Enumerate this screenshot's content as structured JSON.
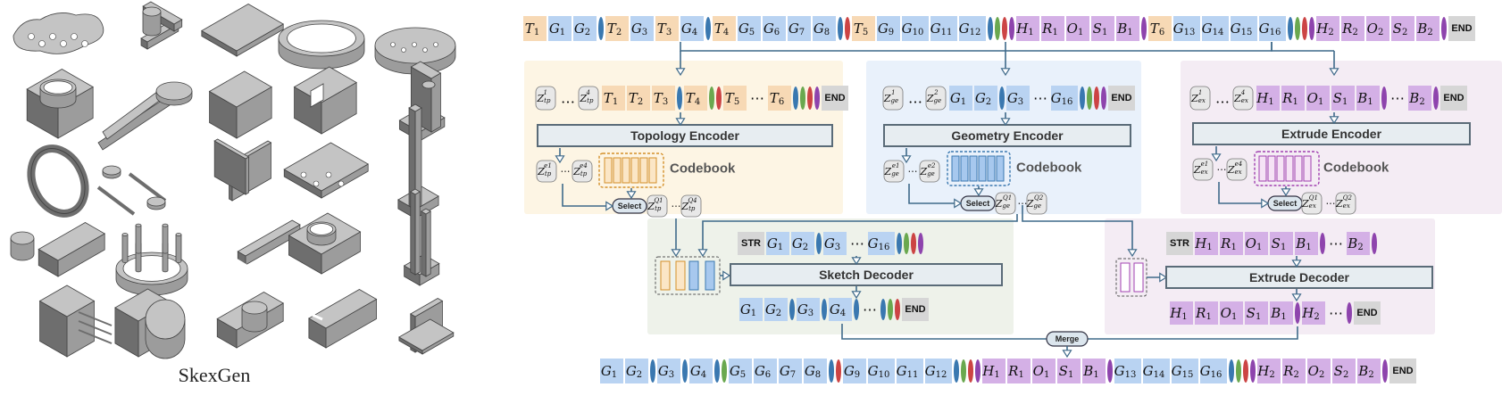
{
  "figure": {
    "caption": "SkexGen",
    "panels": {
      "topology": {
        "encoder": "Topology Encoder",
        "codebook": "Codebook",
        "select": "Select"
      },
      "geometry": {
        "encoder": "Geometry Encoder",
        "codebook": "Codebook",
        "select": "Select"
      },
      "extrude": {
        "encoder": "Extrude Encoder",
        "codebook": "Codebook",
        "select": "Select"
      },
      "sketch_decoder": "Sketch Decoder",
      "extrude_decoder": "Extrude Decoder",
      "merge": "Merge",
      "start": "STR",
      "end": "END",
      "ellipsis": "⋯"
    },
    "colors": {
      "topology_token": "#f7d9b5",
      "geometry_token": "#b9d3f2",
      "extrude_token": "#d4b0e6",
      "end_token": "#d6d6d6",
      "topology_panel": "#fdf5e4",
      "geometry_panel": "#e9f1fb",
      "extrude_panel": "#f4ecf4",
      "decoder_panel": "#eef2ea",
      "module_box": "#e7edf1",
      "arrow": "#3f6a8a",
      "ell_blue": "#3a78b0",
      "ell_green": "#6aa84f",
      "ell_red": "#cc4444",
      "ell_purple": "#8e44ad"
    },
    "shapes": [
      "perforated-plate-icon",
      "t-bracket-icon",
      "flat-plate-icon",
      "ring-icon",
      "round-disc-icon",
      "boxed-cylinder-icon",
      "fork-arm-icon",
      "square-block-icon",
      "slotted-block-icon",
      "l-bracket-icon",
      "tilted-ring-icon",
      "pin-set-icon",
      "cross-fin-icon",
      "mounting-plate-icon",
      "tall-rod-icon",
      "rounded-bar-icon",
      "post-ring-icon",
      "slot-plate-icon",
      "hex-nut-icon",
      "column-stand-icon",
      "pin-connector-icon",
      "octagon-hub-icon",
      "cam-plate-icon",
      "bracket-clip-icon",
      "angle-plate-icon"
    ],
    "sequences": {
      "input": [
        [
          "T",
          "1",
          "t"
        ],
        [
          "G",
          "1",
          "g"
        ],
        [
          "G",
          "2",
          "g"
        ],
        [
          "~",
          "b",
          "e"
        ],
        [
          "T",
          "2",
          "t"
        ],
        [
          "G",
          "3",
          "g"
        ],
        [
          "T",
          "3",
          "t"
        ],
        [
          "G",
          "4",
          "g"
        ],
        [
          "~",
          "b",
          "e"
        ],
        [
          "T",
          "4",
          "t"
        ],
        [
          "G",
          "5",
          "g"
        ],
        [
          "G",
          "6",
          "g"
        ],
        [
          "G",
          "7",
          "g"
        ],
        [
          "G",
          "8",
          "g"
        ],
        [
          "~",
          "b",
          "e"
        ],
        [
          "~",
          "r",
          "e"
        ],
        [
          "T",
          "5",
          "t"
        ],
        [
          "G",
          "9",
          "g"
        ],
        [
          "G",
          "10",
          "g"
        ],
        [
          "G",
          "11",
          "g"
        ],
        [
          "G",
          "12",
          "g"
        ],
        [
          "~",
          "b",
          "e"
        ],
        [
          "~",
          "g",
          "e"
        ],
        [
          "~",
          "r",
          "e"
        ],
        [
          "~",
          "p",
          "e"
        ],
        [
          "H",
          "1",
          "x"
        ],
        [
          "R",
          "1",
          "x"
        ],
        [
          "O",
          "1",
          "x"
        ],
        [
          "S",
          "1",
          "x"
        ],
        [
          "B",
          "1",
          "x"
        ],
        [
          "~",
          "p",
          "e"
        ],
        [
          "T",
          "6",
          "t"
        ],
        [
          "G",
          "13",
          "g"
        ],
        [
          "G",
          "14",
          "g"
        ],
        [
          "G",
          "15",
          "g"
        ],
        [
          "G",
          "16",
          "g"
        ],
        [
          "~",
          "b",
          "e"
        ],
        [
          "~",
          "g",
          "e"
        ],
        [
          "~",
          "r",
          "e"
        ],
        [
          "~",
          "p",
          "e"
        ],
        [
          "H",
          "2",
          "x"
        ],
        [
          "R",
          "2",
          "x"
        ],
        [
          "O",
          "2",
          "x"
        ],
        [
          "S",
          "2",
          "x"
        ],
        [
          "B",
          "2",
          "x"
        ],
        [
          "~",
          "p",
          "e"
        ],
        [
          "END",
          "",
          "n"
        ]
      ],
      "topology": [
        [
          "Z",
          "tp",
          "1",
          "z"
        ],
        [
          "…",
          "",
          "",
          "d"
        ],
        [
          "Z",
          "tp",
          "4",
          "z"
        ],
        [
          "T",
          "1",
          "",
          "t"
        ],
        [
          "T",
          "2",
          "",
          "t"
        ],
        [
          "T",
          "3",
          "",
          "t"
        ],
        [
          "~",
          "b",
          "",
          "e"
        ],
        [
          "T",
          "4",
          "",
          "t"
        ],
        [
          "~",
          "g",
          "",
          "e"
        ],
        [
          "~",
          "r",
          "",
          "e"
        ],
        [
          "T",
          "5",
          "",
          "t"
        ],
        [
          "⋯",
          "",
          "",
          "d"
        ],
        [
          "T",
          "6",
          "",
          "t"
        ],
        [
          "~",
          "b",
          "",
          "e"
        ],
        [
          "~",
          "g",
          "",
          "e"
        ],
        [
          "~",
          "r",
          "",
          "e"
        ],
        [
          "~",
          "p",
          "",
          "e"
        ],
        [
          "END",
          "",
          "",
          "n"
        ]
      ],
      "geometry": [
        [
          "Z",
          "ge",
          "1",
          "z"
        ],
        [
          "…",
          "",
          "",
          "d"
        ],
        [
          "Z",
          "ge",
          "2",
          "z"
        ],
        [
          "G",
          "1",
          "",
          "g"
        ],
        [
          "G",
          "2",
          "",
          "g"
        ],
        [
          "~",
          "b",
          "",
          "e"
        ],
        [
          "G",
          "3",
          "",
          "g"
        ],
        [
          "⋯",
          "",
          "",
          "d"
        ],
        [
          "G",
          "16",
          "",
          "g"
        ],
        [
          "~",
          "b",
          "",
          "e"
        ],
        [
          "~",
          "g",
          "",
          "e"
        ],
        [
          "~",
          "r",
          "",
          "e"
        ],
        [
          "~",
          "p",
          "",
          "e"
        ],
        [
          "END",
          "",
          "",
          "n"
        ]
      ],
      "extrude": [
        [
          "Z",
          "ex",
          "1",
          "z"
        ],
        [
          "…",
          "",
          "",
          "d"
        ],
        [
          "Z",
          "ex",
          "4",
          "z"
        ],
        [
          "H",
          "1",
          "",
          "x"
        ],
        [
          "R",
          "1",
          "",
          "x"
        ],
        [
          "O",
          "1",
          "",
          "x"
        ],
        [
          "S",
          "1",
          "",
          "x"
        ],
        [
          "B",
          "1",
          "",
          "x"
        ],
        [
          "~",
          "p",
          "",
          "e"
        ],
        [
          "⋯",
          "",
          "",
          "d"
        ],
        [
          "B",
          "2",
          "",
          "x"
        ],
        [
          "~",
          "p",
          "",
          "e"
        ],
        [
          "END",
          "",
          "",
          "n"
        ]
      ],
      "sketch_in": [
        [
          "STR",
          "",
          "n"
        ],
        [
          "G",
          "1",
          "g"
        ],
        [
          "G",
          "2",
          "g"
        ],
        [
          "~",
          "b",
          "e"
        ],
        [
          "G",
          "3",
          "g"
        ],
        [
          "⋯",
          "",
          "d"
        ],
        [
          "G",
          "16",
          "g"
        ],
        [
          "~",
          "b",
          "e"
        ],
        [
          "~",
          "g",
          "e"
        ],
        [
          "~",
          "r",
          "e"
        ],
        [
          "~",
          "p",
          "e"
        ]
      ],
      "sketch_out": [
        [
          "G",
          "1",
          "g"
        ],
        [
          "G",
          "2",
          "g"
        ],
        [
          "~",
          "b",
          "e"
        ],
        [
          "G",
          "3",
          "g"
        ],
        [
          "~",
          "b",
          "e"
        ],
        [
          "G",
          "4",
          "g"
        ],
        [
          "~",
          "b",
          "e"
        ],
        [
          "⋯",
          "",
          "d"
        ],
        [
          "~",
          "b",
          "e"
        ],
        [
          "~",
          "g",
          "e"
        ],
        [
          "~",
          "r",
          "e"
        ],
        [
          "END",
          "",
          "n"
        ]
      ],
      "extrude_in": [
        [
          "STR",
          "",
          "n"
        ],
        [
          "H",
          "1",
          "x"
        ],
        [
          "R",
          "1",
          "x"
        ],
        [
          "O",
          "1",
          "x"
        ],
        [
          "S",
          "1",
          "x"
        ],
        [
          "B",
          "1",
          "x"
        ],
        [
          "~",
          "p",
          "e"
        ],
        [
          "⋯",
          "",
          "d"
        ],
        [
          "B",
          "2",
          "x"
        ],
        [
          "~",
          "p",
          "e"
        ]
      ],
      "extrude_out": [
        [
          "H",
          "1",
          "x"
        ],
        [
          "R",
          "1",
          "x"
        ],
        [
          "O",
          "1",
          "x"
        ],
        [
          "S",
          "1",
          "x"
        ],
        [
          "B",
          "1",
          "x"
        ],
        [
          "~",
          "p",
          "e"
        ],
        [
          "H",
          "2",
          "x"
        ],
        [
          "⋯",
          "",
          "d"
        ],
        [
          "~",
          "p",
          "e"
        ],
        [
          "END",
          "",
          "n"
        ]
      ],
      "output": [
        [
          "G",
          "1",
          "g"
        ],
        [
          "G",
          "2",
          "g"
        ],
        [
          "~",
          "b",
          "e"
        ],
        [
          "G",
          "3",
          "g"
        ],
        [
          "~",
          "b",
          "e"
        ],
        [
          "G",
          "4",
          "g"
        ],
        [
          "~",
          "b",
          "e"
        ],
        [
          "~",
          "g",
          "e"
        ],
        [
          "G",
          "5",
          "g"
        ],
        [
          "G",
          "6",
          "g"
        ],
        [
          "G",
          "7",
          "g"
        ],
        [
          "G",
          "8",
          "g"
        ],
        [
          "~",
          "b",
          "e"
        ],
        [
          "~",
          "r",
          "e"
        ],
        [
          "G",
          "9",
          "g"
        ],
        [
          "G",
          "10",
          "g"
        ],
        [
          "G",
          "11",
          "g"
        ],
        [
          "G",
          "12",
          "g"
        ],
        [
          "~",
          "b",
          "e"
        ],
        [
          "~",
          "g",
          "e"
        ],
        [
          "~",
          "r",
          "e"
        ],
        [
          "~",
          "p",
          "e"
        ],
        [
          "H",
          "1",
          "x"
        ],
        [
          "R",
          "1",
          "x"
        ],
        [
          "O",
          "1",
          "x"
        ],
        [
          "S",
          "1",
          "x"
        ],
        [
          "B",
          "1",
          "x"
        ],
        [
          "~",
          "p",
          "e"
        ],
        [
          "G",
          "13",
          "g"
        ],
        [
          "G",
          "14",
          "g"
        ],
        [
          "G",
          "15",
          "g"
        ],
        [
          "G",
          "16",
          "g"
        ],
        [
          "~",
          "b",
          "e"
        ],
        [
          "~",
          "g",
          "e"
        ],
        [
          "~",
          "r",
          "e"
        ],
        [
          "~",
          "p",
          "e"
        ],
        [
          "H",
          "2",
          "x"
        ],
        [
          "R",
          "2",
          "x"
        ],
        [
          "O",
          "2",
          "x"
        ],
        [
          "S",
          "2",
          "x"
        ],
        [
          "B",
          "2",
          "x"
        ],
        [
          "~",
          "p",
          "e"
        ],
        [
          "END",
          "",
          "n"
        ]
      ]
    },
    "codes": {
      "tp_pre": [
        [
          "Z",
          "tp",
          "e1"
        ],
        [
          "Z",
          "tp",
          "e4"
        ]
      ],
      "tp_post": [
        [
          "Z",
          "tp",
          "Q1"
        ],
        [
          "Z",
          "tp",
          "Q4"
        ]
      ],
      "ge_pre": [
        [
          "Z",
          "ge",
          "e1"
        ],
        [
          "Z",
          "ge",
          "e2"
        ]
      ],
      "ge_post": [
        [
          "Z",
          "ge",
          "Q1"
        ],
        [
          "Z",
          "ge",
          "Q2"
        ]
      ],
      "ex_pre": [
        [
          "Z",
          "ex",
          "e1"
        ],
        [
          "Z",
          "ex",
          "e4"
        ]
      ],
      "ex_post": [
        [
          "Z",
          "ex",
          "Q1"
        ],
        [
          "Z",
          "ex",
          "Q2"
        ]
      ]
    }
  }
}
